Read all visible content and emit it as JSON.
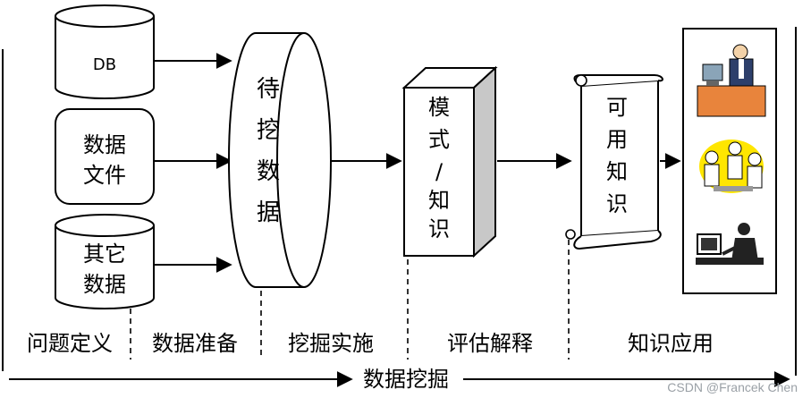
{
  "sources": {
    "db": "DB",
    "file": [
      "数据",
      "文件"
    ],
    "other": [
      "其它",
      "数据"
    ]
  },
  "pending_data": [
    "待",
    "挖",
    "数",
    "据"
  ],
  "pattern": [
    "模",
    "式",
    "/",
    "知",
    "识"
  ],
  "usable_knowledge": [
    "可",
    "用",
    "知",
    "识"
  ],
  "stages": {
    "problem": "问题定义",
    "prep": "数据准备",
    "mining": "挖掘实施",
    "eval": "评估解释",
    "apply": "知识应用"
  },
  "bottom_label": "数据挖掘",
  "watermark": "CSDN @Francek Chen",
  "icons": [
    "person-at-desk-icon",
    "group-discussion-icon",
    "person-at-computer-icon"
  ]
}
